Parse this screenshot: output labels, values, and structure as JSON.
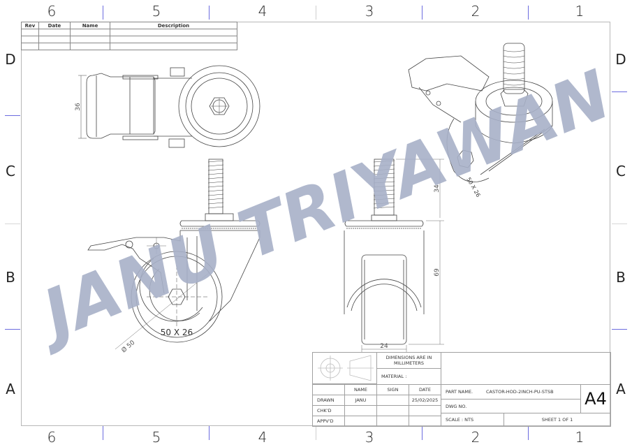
{
  "drawing": {
    "sheet_size": "A4",
    "border_color": "#b7b7b7",
    "zone_tick_color": "#6b6bdf",
    "watermark": {
      "text": "JANU TRIYAWAN",
      "color": "#a7b0c8"
    }
  },
  "zones": {
    "columns_top": [
      "6",
      "5",
      "4",
      "3",
      "2",
      "1"
    ],
    "columns_bottom": [
      "6",
      "5",
      "4",
      "3",
      "2",
      "1"
    ],
    "rows_left": [
      "D",
      "C",
      "B",
      "A"
    ],
    "rows_right": [
      "D",
      "C",
      "B",
      "A"
    ]
  },
  "revision_table": {
    "headers": [
      "Rev",
      "Date",
      "Name",
      "Description"
    ],
    "rows": [
      [
        "",
        "",
        "",
        ""
      ],
      [
        "",
        "",
        "",
        ""
      ],
      [
        "",
        "",
        "",
        ""
      ]
    ]
  },
  "views": {
    "top_view": {
      "dim_width": "36"
    },
    "side_view": {
      "wheel_label": "50 X 26",
      "dim_diameter": "Ø 50"
    },
    "front_view": {
      "dim_stem": "34",
      "dim_height": "69",
      "dim_width": "24"
    },
    "iso_view": {
      "wheel_label": "50 X 26"
    }
  },
  "title_block": {
    "units_note": "DIMENSIONS ARE IN MILLIMETERS",
    "material_label": "MATERIAL :",
    "material_value": "",
    "col_headers": {
      "name": "NAME",
      "sign": "SIGN",
      "date": "DATE"
    },
    "rows": [
      {
        "role": "DRAWN",
        "name": "JANU",
        "sign": "",
        "date": "25/02/2025"
      },
      {
        "role": "CHK'D",
        "name": "",
        "sign": "",
        "date": ""
      },
      {
        "role": "APPV'D",
        "name": "",
        "sign": "",
        "date": ""
      }
    ],
    "part_name_label": "PART NAME.",
    "part_name_value": "CASTOR-HOD-2INCH-PU-STSB",
    "dwg_no_label": "DWG NO.",
    "dwg_no_value": "",
    "scale": "SCALE : NTS",
    "sheet": "SHEET 1 OF 1",
    "size": "A4"
  }
}
